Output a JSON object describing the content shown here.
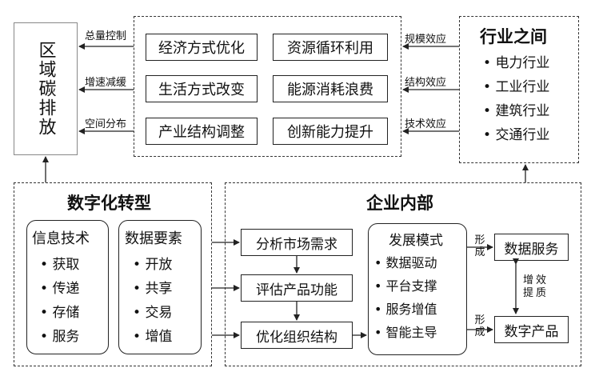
{
  "region_emission": {
    "label": "区域碳排放"
  },
  "left_labels": [
    "总量控制",
    "增速减缓",
    "空间分布"
  ],
  "center_grid": {
    "items": [
      "经济方式优化",
      "资源循环利用",
      "生活方式改变",
      "能源消耗浪费",
      "产业结构调整",
      "创新能力提升"
    ]
  },
  "effect_labels": [
    "规模效应",
    "结构效应",
    "技术效应"
  ],
  "industry": {
    "title": "行业之间",
    "items": [
      "电力行业",
      "工业行业",
      "建筑行业",
      "交通行业"
    ]
  },
  "digital": {
    "title": "数字化转型",
    "info_tech": {
      "title": "信息技术",
      "items": [
        "获取",
        "传递",
        "存储",
        "服务"
      ]
    },
    "data_elements": {
      "title": "数据要素",
      "items": [
        "开放",
        "共享",
        "交易",
        "增值"
      ]
    }
  },
  "enterprise": {
    "title": "企业内部",
    "steps": [
      "分析市场需求",
      "评估产品功能",
      "优化组织结构"
    ],
    "model": {
      "title": "发展模式",
      "items": [
        "数据驱动",
        "平台支撑",
        "服务增值",
        "智能主导"
      ]
    },
    "outputs": [
      "数据服务",
      "数字产品"
    ],
    "form_label": "形成",
    "improve_label": [
      "增提",
      "效质"
    ]
  }
}
